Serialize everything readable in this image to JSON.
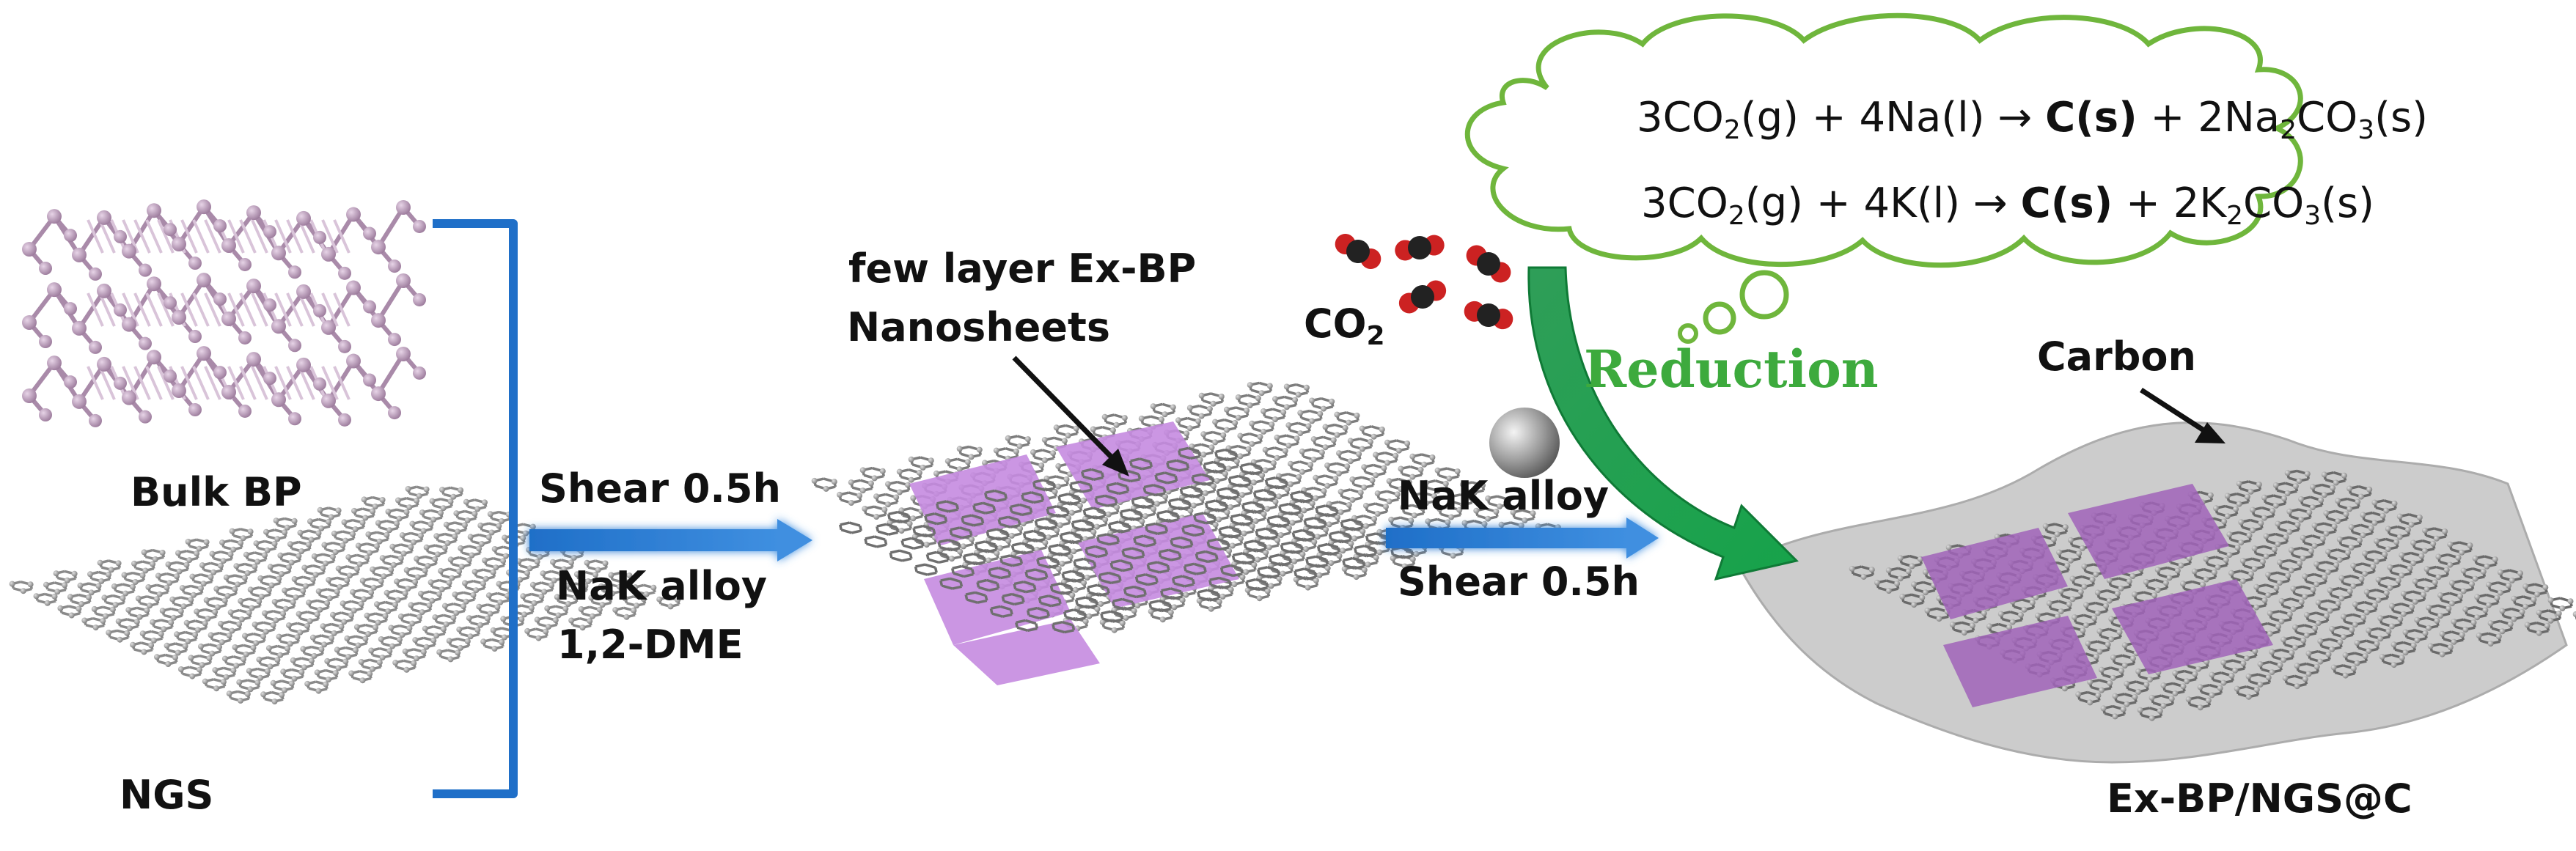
{
  "labels": {
    "bulk_bp": "Bulk BP",
    "ngs": "NGS",
    "step1_top": "Shear 0.5h",
    "step1_bottom_1": "NaK alloy",
    "step1_bottom_2": "1,2-DME",
    "nanosheets_1": "few layer Ex-BP",
    "nanosheets_2": "Nanosheets",
    "co2_main": "CO",
    "co2_sub": "2",
    "reduction": "Reduction",
    "step2_top": "NaK alloy",
    "step2_bottom": "Shear 0.5h",
    "carbon": "Carbon",
    "product": "Ex-BP/NGS@C"
  },
  "equations": {
    "eq1": {
      "p1": "3CO",
      "s1": "2",
      "p2": "(g) + 4Na(l) → ",
      "bold": "C(s)",
      "p3": " + 2Na",
      "s2": "2",
      "p4": "CO",
      "s3": "3",
      "p5": "(s)"
    },
    "eq2": {
      "p1": "3CO",
      "s1": "2",
      "p2": "(g) + 4K(l) → ",
      "bold": "C(s)",
      "p3": " + 2K",
      "s2": "2",
      "p4": "CO",
      "s3": "3",
      "p5": "(s)"
    }
  },
  "colors": {
    "arrow_blue": "#1f6fc8",
    "bracket_blue": "#1f6fc8",
    "cloud_green": "#6fb63c",
    "reduction_green": "#3daa3d",
    "arrow_green": "#16a34a",
    "bp_pink": "#c8a6c8",
    "nanosheet_purple": "#c58be0",
    "graphene_gray": "#8a8a8a",
    "carbon_gray": "#c4c4c4"
  }
}
